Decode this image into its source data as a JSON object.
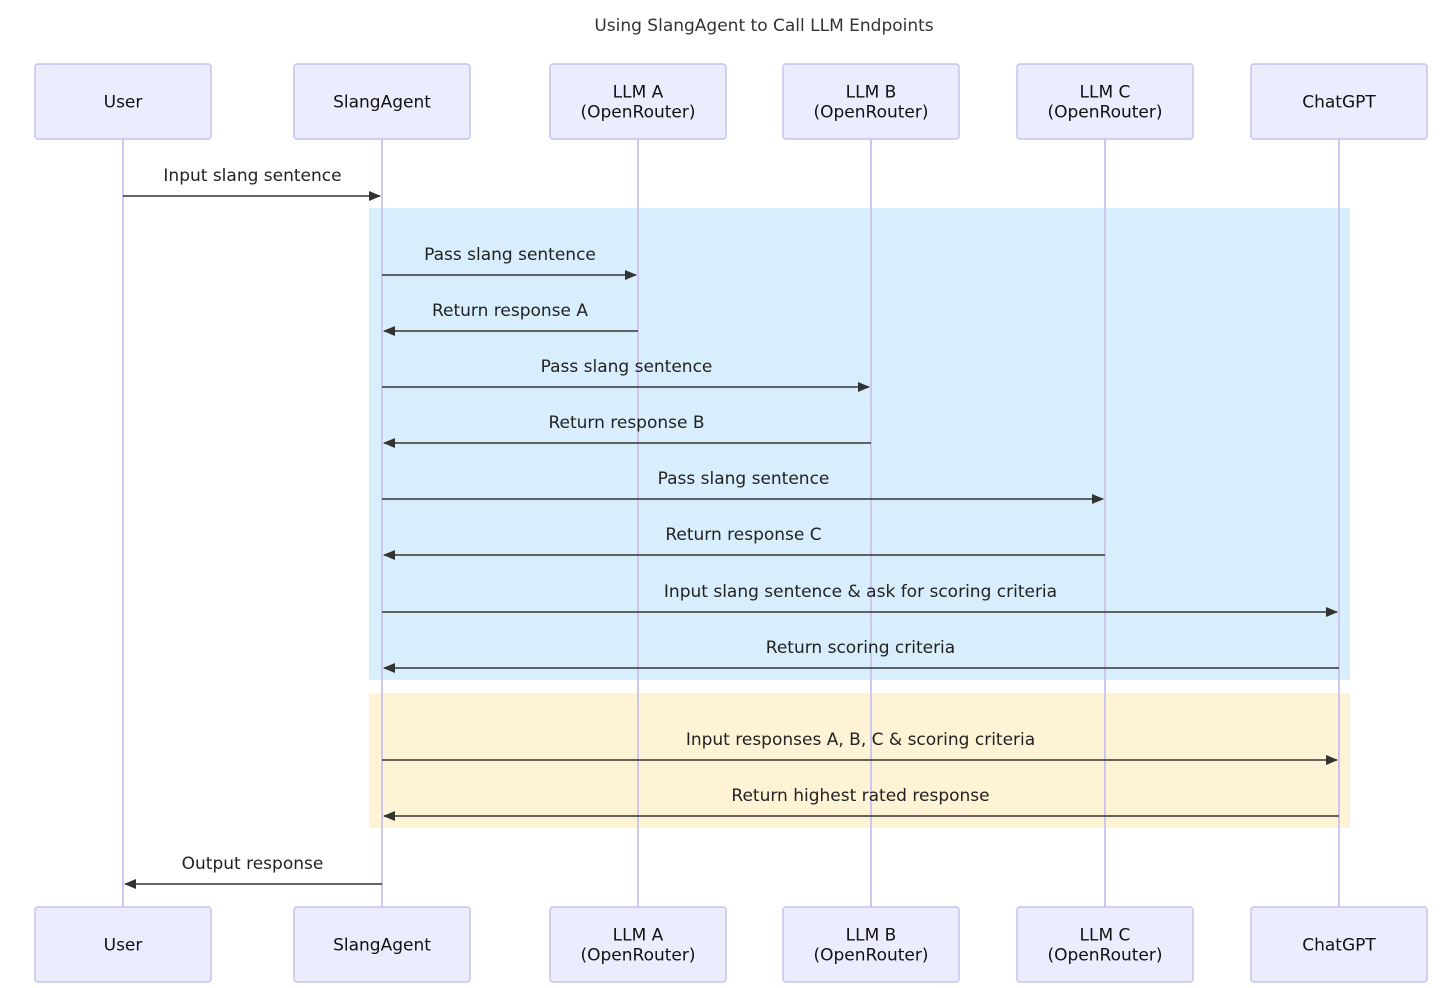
{
  "title": "Using SlangAgent to Call LLM Endpoints",
  "colors": {
    "participant_fill": "#ececff",
    "participant_stroke": "#c9c2ee",
    "lifeline": "#cfc6f0",
    "arrow": "#333333",
    "blue_region": "#d8eefc",
    "yellow_region": "#fff3d6"
  },
  "participants": [
    {
      "id": "user",
      "lines": [
        "User"
      ]
    },
    {
      "id": "slangagent",
      "lines": [
        "SlangAgent"
      ]
    },
    {
      "id": "llm_a",
      "lines": [
        "LLM A",
        "(OpenRouter)"
      ]
    },
    {
      "id": "llm_b",
      "lines": [
        "LLM B",
        "(OpenRouter)"
      ]
    },
    {
      "id": "llm_c",
      "lines": [
        "LLM C",
        "(OpenRouter)"
      ]
    },
    {
      "id": "chatgpt",
      "lines": [
        "ChatGPT"
      ]
    }
  ],
  "regions": [
    {
      "color": "blue_region",
      "from_message": 1,
      "to_message": 8
    },
    {
      "color": "yellow_region",
      "from_message": 9,
      "to_message": 10
    }
  ],
  "messages": [
    {
      "from": "user",
      "to": "slangagent",
      "label": "Input slang sentence"
    },
    {
      "from": "slangagent",
      "to": "llm_a",
      "label": "Pass slang sentence"
    },
    {
      "from": "llm_a",
      "to": "slangagent",
      "label": "Return response A"
    },
    {
      "from": "slangagent",
      "to": "llm_b",
      "label": "Pass slang sentence"
    },
    {
      "from": "llm_b",
      "to": "slangagent",
      "label": "Return response B"
    },
    {
      "from": "slangagent",
      "to": "llm_c",
      "label": "Pass slang sentence"
    },
    {
      "from": "llm_c",
      "to": "slangagent",
      "label": "Return response C"
    },
    {
      "from": "slangagent",
      "to": "chatgpt",
      "label": "Input slang sentence & ask for scoring criteria"
    },
    {
      "from": "chatgpt",
      "to": "slangagent",
      "label": "Return scoring criteria"
    },
    {
      "from": "slangagent",
      "to": "chatgpt",
      "label": "Input responses A, B, C & scoring criteria"
    },
    {
      "from": "chatgpt",
      "to": "slangagent",
      "label": "Return highest rated response"
    },
    {
      "from": "slangagent",
      "to": "user",
      "label": "Output response"
    }
  ]
}
